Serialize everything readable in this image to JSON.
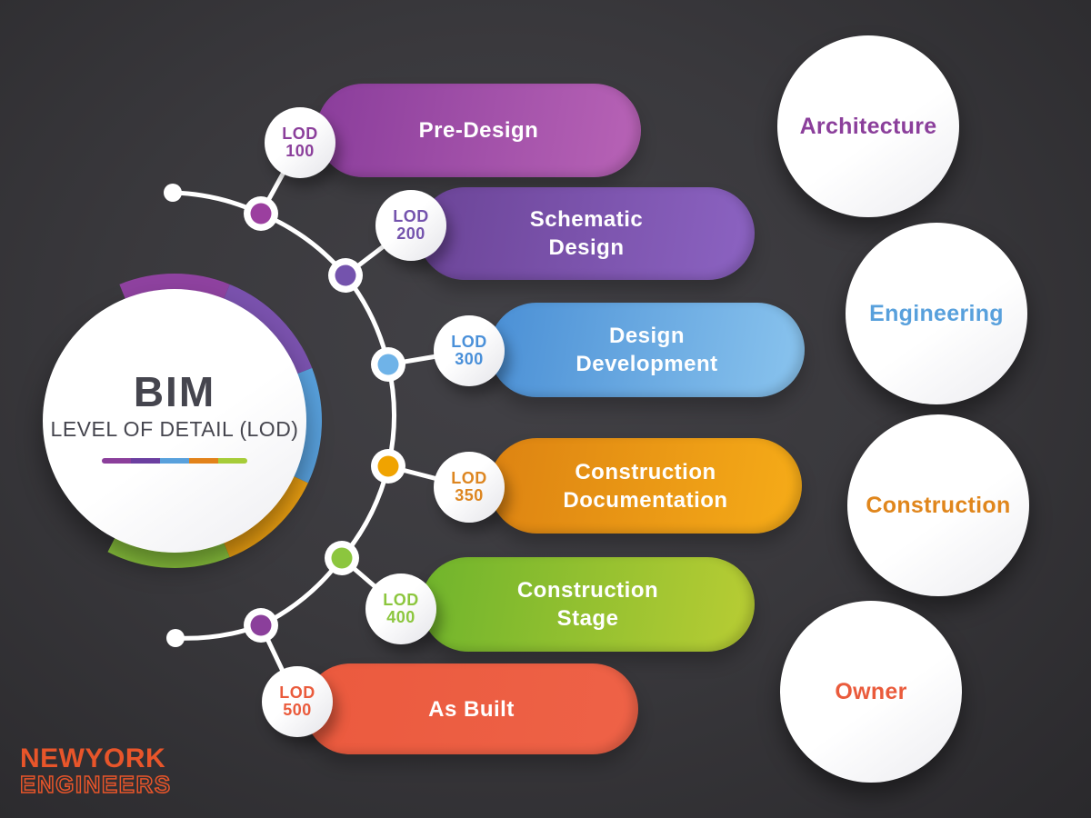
{
  "center": {
    "title": "BIM",
    "subtitle": "LEVEL OF DETAIL (LOD)",
    "underline_colors": [
      "#8b3f9b",
      "#6b3fa0",
      "#58a0dc",
      "#e2821a",
      "#a6cc39"
    ],
    "arc_colors": [
      "#8f42a0",
      "#7a52ae",
      "#58a0dc",
      "#eda112",
      "#8cc63e"
    ]
  },
  "timeline": {
    "line_color": "#ffffff",
    "node_colors": [
      "#9b3f9f",
      "#7453ad",
      "#6fb3e8",
      "#f0a300",
      "#8cc63e",
      "#8b3f9b"
    ]
  },
  "stages": [
    {
      "badge_line1": "LOD",
      "badge_line2": "100",
      "label": "Pre-Design",
      "text_color": "#8b3f9b",
      "gradient": {
        "from": "#8a3d9b",
        "to": "#b863b6"
      }
    },
    {
      "badge_line1": "LOD",
      "badge_line2": "200",
      "label": "Schematic\nDesign",
      "text_color": "#7453ad",
      "gradient": {
        "from": "#6b4497",
        "to": "#8c63c2"
      }
    },
    {
      "badge_line1": "LOD",
      "badge_line2": "300",
      "label": "Design\nDevelopment",
      "text_color": "#4a90d9",
      "gradient": {
        "from": "#4a8fd5",
        "to": "#8ac4ee"
      }
    },
    {
      "badge_line1": "LOD",
      "badge_line2": "350",
      "label": "Construction\nDocumentation",
      "text_color": "#dd8621",
      "gradient": {
        "from": "#dd8312",
        "to": "#f6ac18"
      }
    },
    {
      "badge_line1": "LOD",
      "badge_line2": "400",
      "label": "Construction\nStage",
      "text_color": "#8cc63e",
      "gradient": {
        "from": "#6fb42c",
        "to": "#b9cd34"
      }
    },
    {
      "badge_line1": "LOD",
      "badge_line2": "500",
      "label": "As Built",
      "text_color": "#ea5b3c",
      "gradient": {
        "from": "#eb5a3e",
        "to": "#ee6247"
      }
    }
  ],
  "disciplines": [
    {
      "label": "Architecture",
      "color": "#8b3f9b"
    },
    {
      "label": "Engineering",
      "color": "#58a0dc"
    },
    {
      "label": "Construction",
      "color": "#e0861c"
    },
    {
      "label": "Owner",
      "color": "#ea5b3c"
    }
  ],
  "logo": {
    "line1": "NEWYORK",
    "line2": "ENGINEERS",
    "color": "#e8552a"
  }
}
